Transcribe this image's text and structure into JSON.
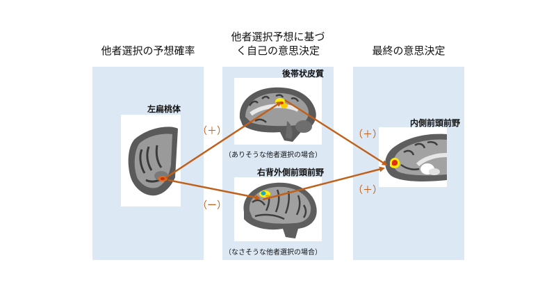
{
  "headings": {
    "left": "他者選択の予想確率",
    "middle_line1": "他者選択予想に基づ",
    "middle_line2": "く自己の意思決定",
    "right": "最終の意思決定"
  },
  "regions": {
    "amygdala": "左扁桃体",
    "pcc": "後帯状皮質",
    "dlpfc": "右背外側前頭前野",
    "mpfc": "内側前頭前野"
  },
  "captions": {
    "likely": "（ありそうな他者選択の場合）",
    "unlikely": "（なさそうな他者選択の場合）"
  },
  "signs": {
    "amygdala_to_pcc": "（＋）",
    "amygdala_to_dlpfc": "（ー）",
    "pcc_to_mpfc": "（＋）",
    "dlpfc_to_mpfc": "（＋）"
  },
  "colors": {
    "panel": "#dce8f4",
    "arrow": "#c0601a",
    "activation_hot": "#ffff00",
    "activation_core": "#e03010"
  }
}
